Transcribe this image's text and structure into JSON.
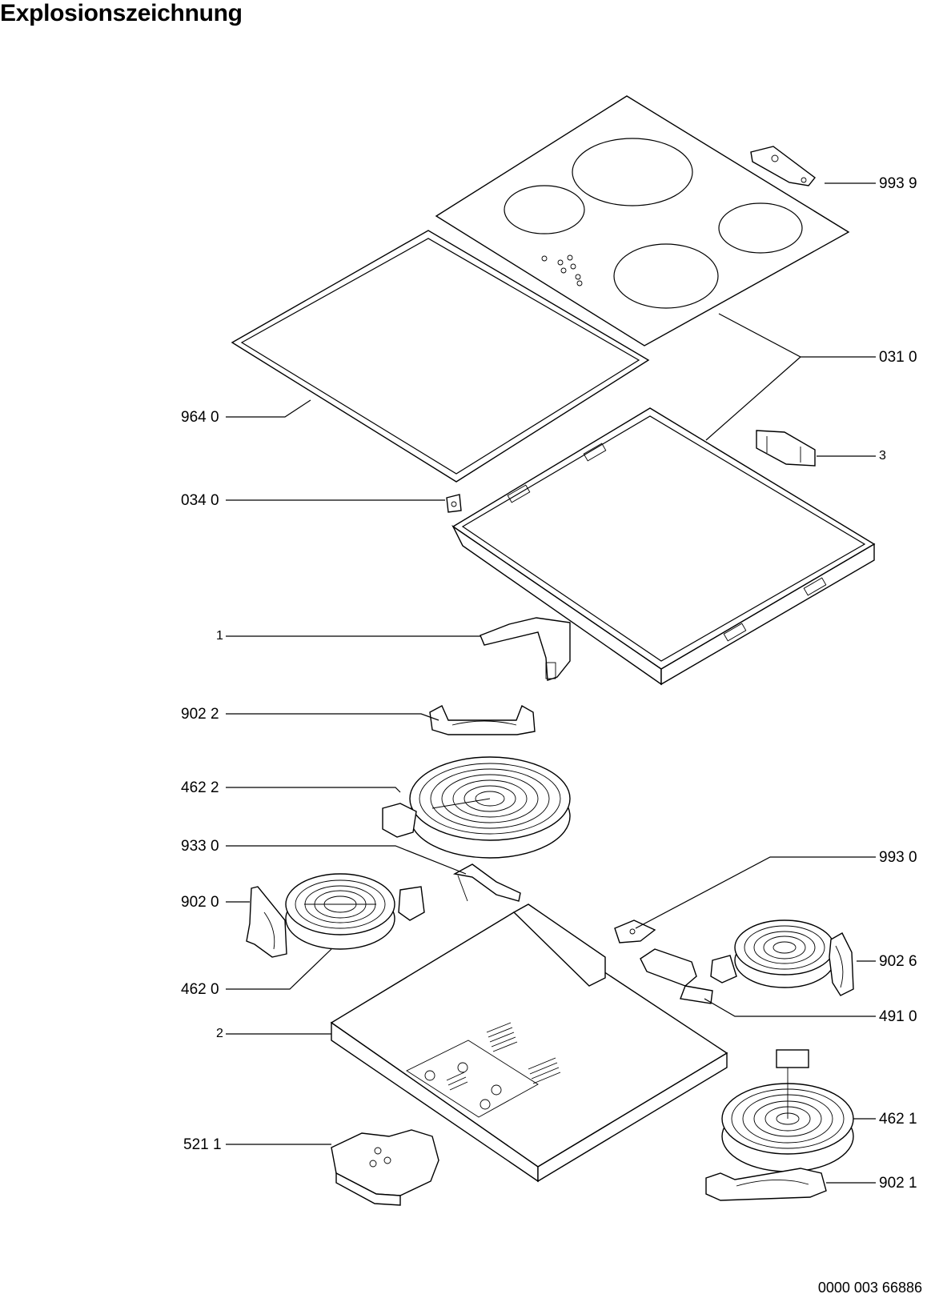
{
  "title": "Explosionszeichnung",
  "document_number": "0000 003 66886",
  "part_labels": {
    "p9939": "993 9",
    "p0310": "031 0",
    "p3": "3",
    "p9640": "964 0",
    "p0340": "034 0",
    "p1": "1",
    "p9022": "902 2",
    "p4622": "462 2",
    "p9330": "933 0",
    "p9930": "993 0",
    "p9020": "902 0",
    "p9026": "902 6",
    "p4620": "462 0",
    "p4910": "491 0",
    "p2": "2",
    "p4621": "462 1",
    "p5211": "521 1",
    "p9021": "902 1"
  }
}
